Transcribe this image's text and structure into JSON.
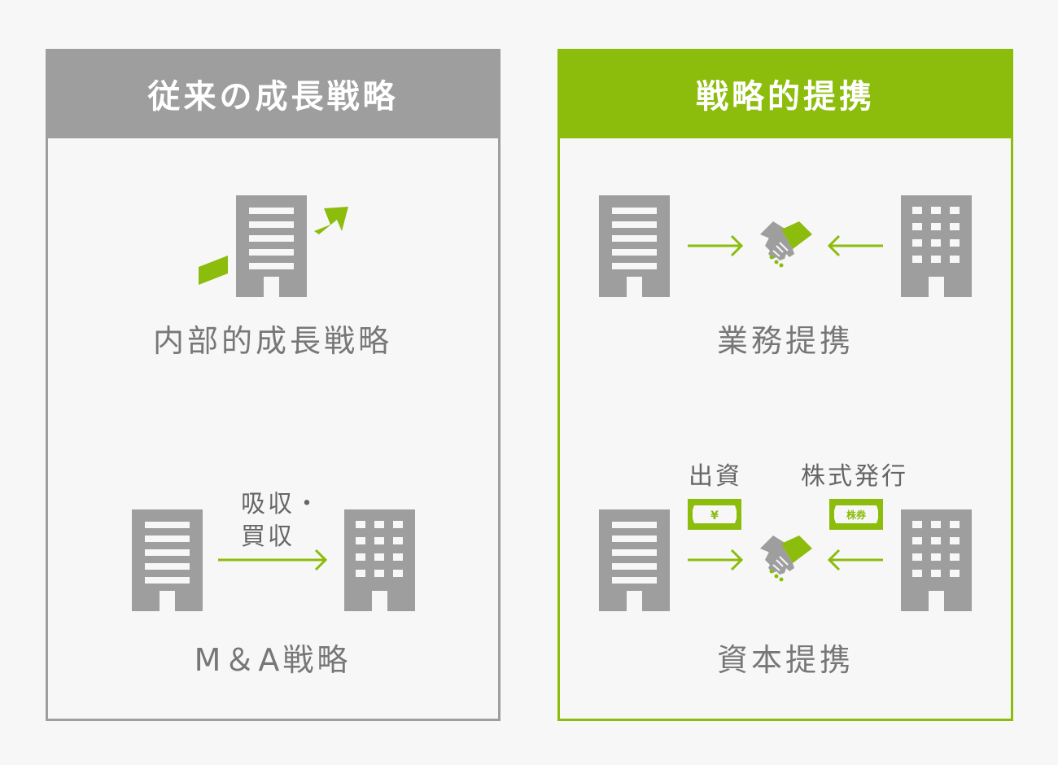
{
  "left_panel": {
    "title": "従来の成長戦略",
    "internal_label": "内部的成長戦略",
    "ma_label": "M＆A戦略",
    "acquisition_line1": "吸収・",
    "acquisition_line2": "買収"
  },
  "right_panel": {
    "title": "戦略的提携",
    "business_label": "業務提携",
    "capital_label": "資本提携",
    "investment_label": "出資",
    "share_issue_label": "株式発行",
    "yen_symbol": "¥",
    "stock_symbol": "株券"
  },
  "colors": {
    "gray": "#9d9e9d",
    "green": "#8cbc0c",
    "background": "#f7f7f7"
  },
  "icons": [
    "building-striped-icon",
    "building-windows-icon",
    "growth-arrow-icon",
    "arrow-right-icon",
    "arrow-left-icon",
    "handshake-icon",
    "yen-bill-icon",
    "stock-certificate-icon"
  ]
}
